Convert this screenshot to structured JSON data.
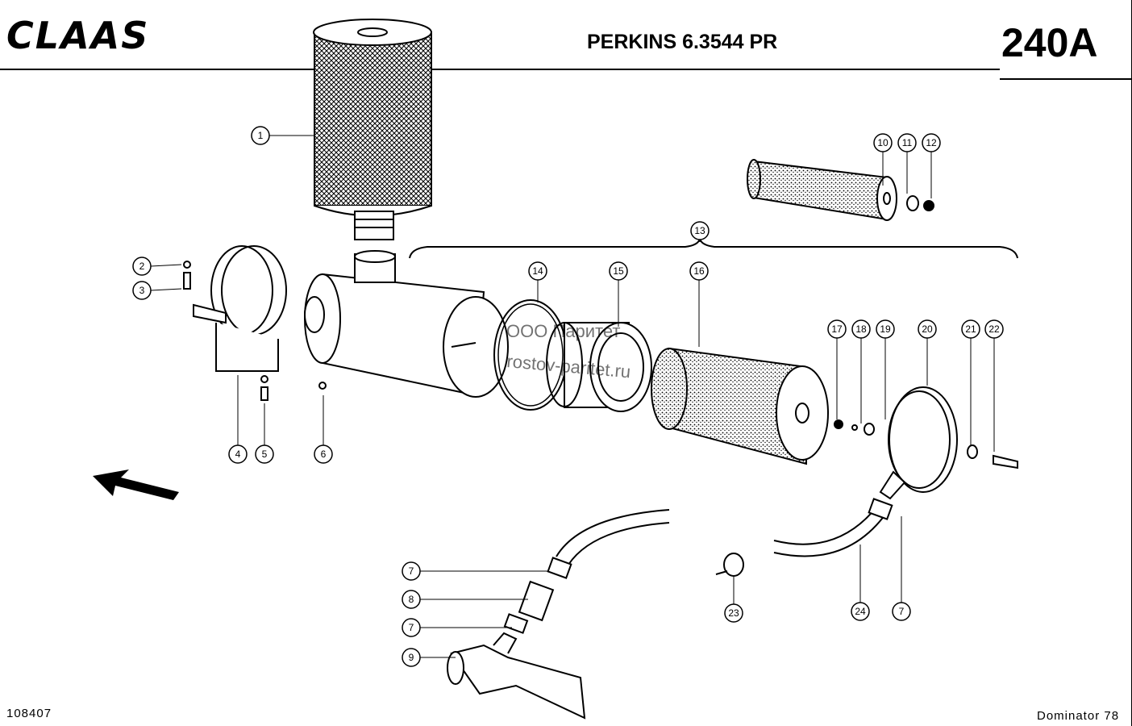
{
  "header": {
    "brand": "CLAAS",
    "title": "PERKINS 6.3544 PR",
    "page_code": "240A"
  },
  "footer": {
    "drawing_number": "108407",
    "model": "Dominator 78"
  },
  "watermark": {
    "line1": "ООО Паритет",
    "line2": "rostov-paritet.ru"
  },
  "callouts": [
    "1",
    "2",
    "3",
    "4",
    "5",
    "6",
    "7",
    "8",
    "7",
    "9",
    "10",
    "11",
    "12",
    "13",
    "14",
    "15",
    "16",
    "17",
    "18",
    "19",
    "20",
    "21",
    "22",
    "23",
    "24",
    "7"
  ]
}
